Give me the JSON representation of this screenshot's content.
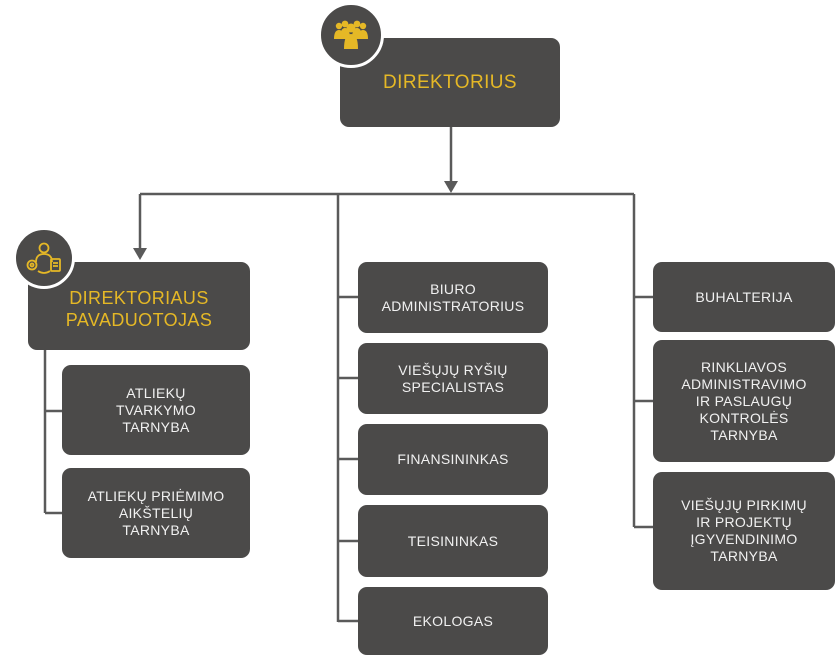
{
  "director": {
    "title": "DIREKTORIUS",
    "icon": "people-group-icon"
  },
  "deputy": {
    "lines": [
      "DIREKTORIAUS",
      "PAVADUOTOJAS"
    ],
    "icon": "person-settings-icon"
  },
  "deputy_units": [
    {
      "lines": [
        "ATLIEKŲ",
        "TVARKYMO",
        "TARNYBA"
      ]
    },
    {
      "lines": [
        "ATLIEKŲ PRIĖMIMO",
        "AIKŠTELIŲ",
        "TARNYBA"
      ]
    }
  ],
  "middle_units": [
    {
      "lines": [
        "BIURO",
        "ADMINISTRATORIUS"
      ]
    },
    {
      "lines": [
        "VIEŠŲJŲ RYŠIŲ",
        "SPECIALISTAS"
      ]
    },
    {
      "lines": [
        "FINANSININKAS"
      ]
    },
    {
      "lines": [
        "TEISININKAS"
      ]
    },
    {
      "lines": [
        "EKOLOGAS"
      ]
    }
  ],
  "right_units": [
    {
      "lines": [
        "BUHALTERIJA"
      ]
    },
    {
      "lines": [
        "RINKLIAVOS",
        "ADMINISTRAVIMO",
        "IR PASLAUGŲ",
        "KONTROLĖS",
        "TARNYBA"
      ]
    },
    {
      "lines": [
        "VIEŠŲJŲ PIRKIMŲ",
        "IR PROJEKTŲ",
        "ĮGYVENDINIMO",
        "TARNYBA"
      ]
    }
  ],
  "colors": {
    "box": "#4b4a49",
    "accent": "#e5b826",
    "text": "#f1f1f1",
    "line": "#5a5a5a"
  }
}
